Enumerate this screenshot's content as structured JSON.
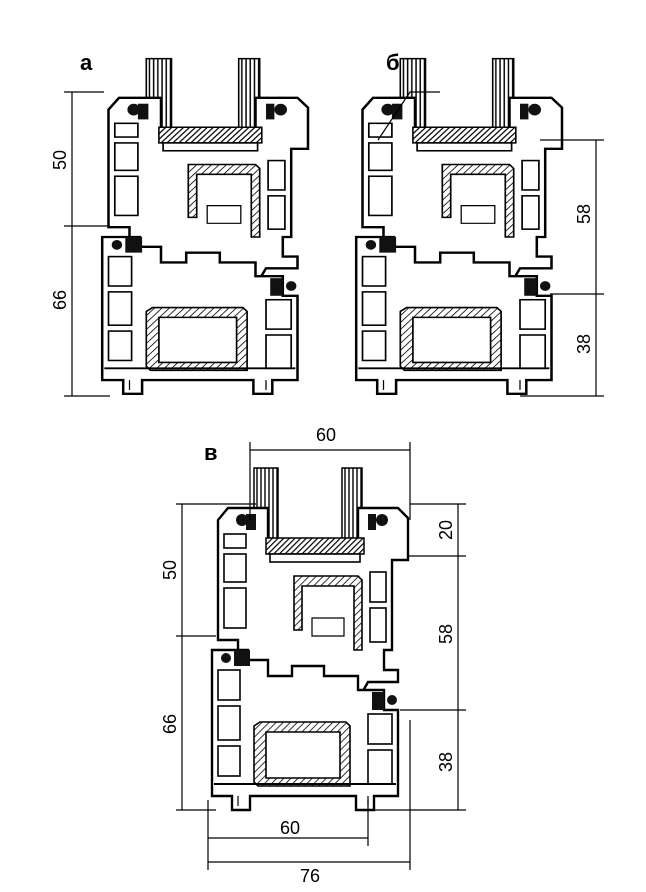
{
  "panels": [
    {
      "label": "а",
      "dims": {
        "sash_height": "50",
        "frame_height": "66"
      }
    },
    {
      "label": "б",
      "dims": {
        "upper": "58",
        "lower": "38"
      }
    },
    {
      "label": "в",
      "dims": {
        "top_width": "60",
        "left_upper": "50",
        "left_lower": "66",
        "right_top": "20",
        "right_mid": "58",
        "right_bottom": "38",
        "bottom_inner": "60",
        "bottom_outer": "76"
      }
    }
  ]
}
